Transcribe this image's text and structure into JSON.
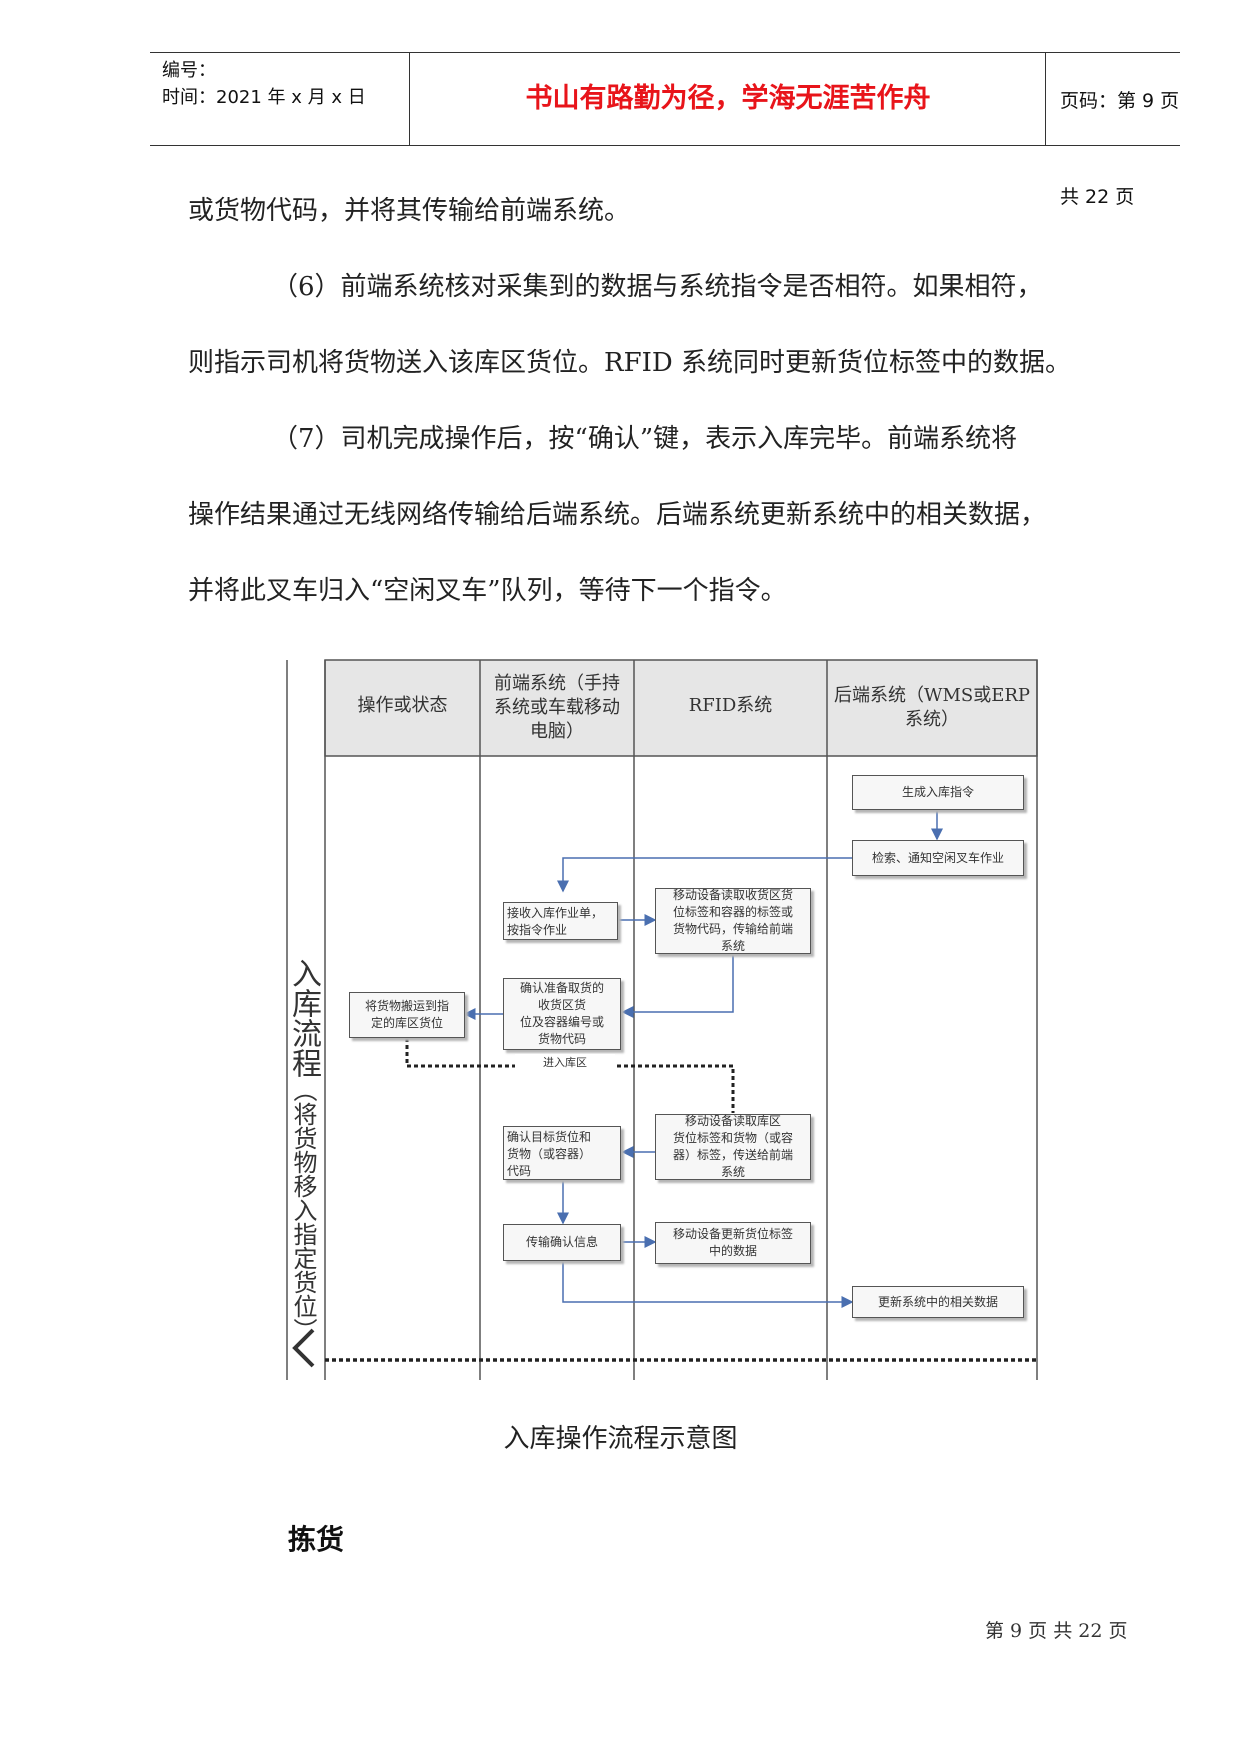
{
  "header": {
    "number_label": "编号：",
    "time_label": "时间：2021 年 x 月 x 日",
    "motto": "书山有路勤为径，学海无涯苦作舟",
    "page_label": "页码：第 9 页  共 22 页"
  },
  "body": {
    "p1": "或货物代码，并将其传输给前端系统。",
    "p2a": "（6）前端系统核对采集到的数据与系统指令是否相符。如果相符，",
    "p2b": "则指示司机将货物送入该库区货位。RFID 系统同时更新货位标签中的数据。",
    "p3a": "（7）司机完成操作后，按“确认”键，表示入库完毕。前端系统将",
    "p3b": "操作结果通过无线网络传输给后端系统。后端系统更新系统中的相关数据，",
    "p3c": "并将此叉车归入“空闲叉车”队列，等待下一个指令。"
  },
  "figure": {
    "lanes": {
      "col1": "操作或状态",
      "col2": [
        "前端系统（手持",
        "系统或车载移动",
        "电脑）"
      ],
      "col3": "RFID系统",
      "col4": [
        "后端系统（WMS或ERP",
        "系统）"
      ]
    },
    "vertical_title_big": "入库流程",
    "vertical_title_small": "（将货物移入指定货位）",
    "boxes": {
      "gen_order": "生成入库指令",
      "notify_forklift": "检索、通知空闲叉车作业",
      "receive_order": [
        "接收入库作业单，",
        "按指令作业"
      ],
      "read_receiving": [
        "移动设备读取收货区货",
        "位标签和容器的标签或",
        "货物代码，传输给前端",
        "系统"
      ],
      "confirm_pick": [
        "确认准备取货的",
        "收货区货",
        "位及容器编号或",
        "货物代码"
      ],
      "move_goods": [
        "将货物搬运到指",
        "定的库区货位"
      ],
      "confirm_target": [
        "确认目标货位和",
        "货物（或容器）",
        "代码"
      ],
      "read_storage": [
        "移动设备读取库区",
        "货位标签和货物（或容",
        "器）标签，传送给前端",
        "系统"
      ],
      "transmit_confirm": "传输确认信息",
      "update_tag": [
        "移动设备更新货位标签",
        "中的数据"
      ],
      "update_system": "更新系统中的相关数据"
    },
    "enter_area_label": "进入库区"
  },
  "caption": "入库操作流程示意图",
  "section_title": "拣货",
  "footer": "第 9 页 共 22 页"
}
